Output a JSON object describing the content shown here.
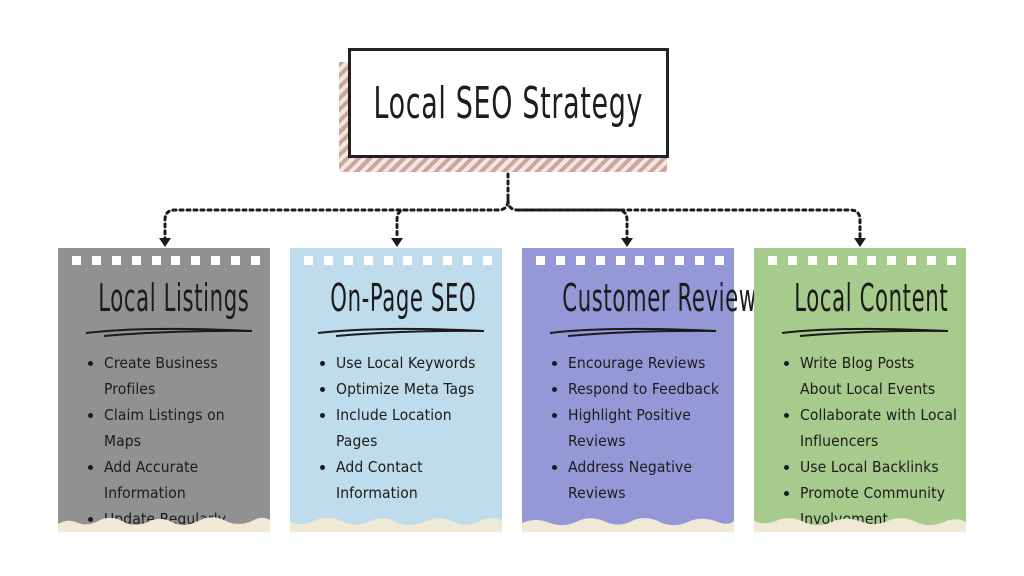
{
  "title": "Local SEO Strategy",
  "cards": [
    {
      "title": "Local Listings",
      "color": "#919191",
      "items": [
        "Create Business Profiles",
        "Claim Listings on Maps",
        "Add Accurate Information",
        "Update Regularly"
      ]
    },
    {
      "title": "On-Page SEO",
      "color": "#bfdcec",
      "items": [
        "Use Local Keywords",
        "Optimize Meta Tags",
        "Include Location Pages",
        "Add Contact Information"
      ]
    },
    {
      "title": "Customer Reviews",
      "color": "#9598d6",
      "items": [
        "Encourage Reviews",
        "Respond to Feedback",
        "Highlight Positive Reviews",
        "Address Negative Reviews"
      ]
    },
    {
      "title": "Local Content",
      "color": "#a6cb8d",
      "items": [
        "Write Blog Posts About Local Events",
        "Collaborate with Local Influencers",
        "Use Local Backlinks",
        "Promote Community Involvement"
      ]
    }
  ],
  "colors": {
    "torn_edge": "#efe9d6",
    "ink": "#1b1b1b",
    "title_shadow": "#c9a79d"
  }
}
